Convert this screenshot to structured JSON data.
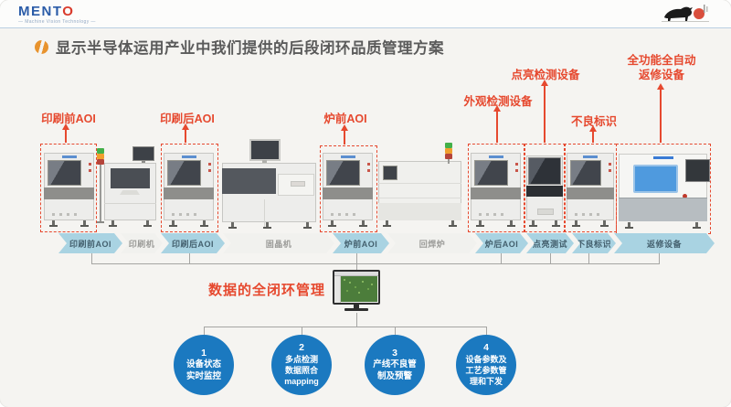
{
  "header": {
    "logo_main": "MENT",
    "logo_o": "O",
    "tagline": "— Machine Vision Technology —"
  },
  "title": "显示半导体运用产业中我们提供的后段闭环品质管理方案",
  "callouts": [
    {
      "line1": "印刷前AOI",
      "line2": ""
    },
    {
      "line1": "印刷后AOI",
      "line2": ""
    },
    {
      "line1": "炉前AOI",
      "line2": ""
    },
    {
      "line1": "外观检测设备",
      "line2": ""
    },
    {
      "line1": "点亮检测设备",
      "line2": ""
    },
    {
      "line1": "不良标识",
      "line2": ""
    },
    {
      "line1": "全功能全自动",
      "line2": "返修设备"
    }
  ],
  "flow": [
    {
      "label": "印刷前AOI",
      "type": "aoi-step"
    },
    {
      "label": "印刷机",
      "type": "machine-step"
    },
    {
      "label": "印刷后AOI",
      "type": "aoi-step"
    },
    {
      "label": "固晶机",
      "type": "machine-step"
    },
    {
      "label": "炉前AOI",
      "type": "aoi-step"
    },
    {
      "label": "回焊炉",
      "type": "machine-step"
    },
    {
      "label": "炉后AOI",
      "type": "aoi-step"
    },
    {
      "label": "点亮测试",
      "type": "aoi-step"
    },
    {
      "label": "不良标识",
      "type": "aoi-step"
    },
    {
      "label": "返修设备",
      "type": "aoi-step"
    }
  ],
  "closed_loop_label": "数据的全闭环管理",
  "steps": [
    {
      "num": "1",
      "line1": "设备状态",
      "line2": "实时监控",
      "line3": ""
    },
    {
      "num": "2",
      "line1": "多点检测",
      "line2": "数据照合",
      "line3": "mapping"
    },
    {
      "num": "3",
      "line1": "产线不良管",
      "line2": "制及预警",
      "line3": ""
    },
    {
      "num": "4",
      "line1": "设备参数及",
      "line2": "工艺参数管",
      "line3": "理和下发"
    }
  ],
  "colors": {
    "accent_red": "#e6492f",
    "chevron_blue": "#a9d3e2",
    "circle_blue": "#1b79c0",
    "logo_blue": "#2b5ca8",
    "logo_red": "#d93a2b",
    "icon_orange": "#e8932e"
  }
}
